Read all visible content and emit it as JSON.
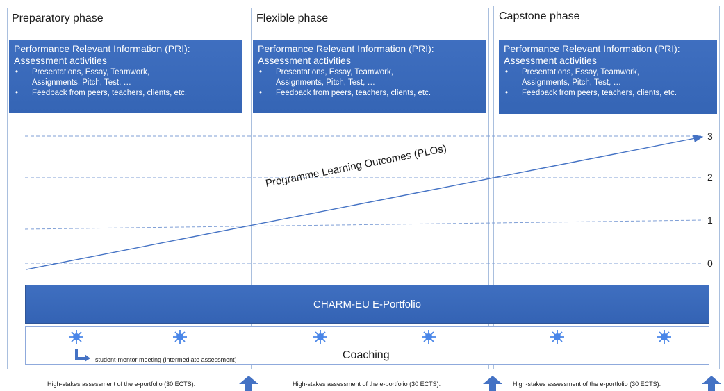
{
  "phases": [
    {
      "title": "Preparatory phase"
    },
    {
      "title": "Flexible phase"
    },
    {
      "title": "Capstone phase"
    }
  ],
  "pri": {
    "heading": "Performance Relevant Information (PRI):",
    "subheading": "Assessment activities",
    "bullet1_line1": "Presentations, Essay, Teamwork,",
    "bullet1_line2": "Assignments, Pitch, Test, …",
    "bullet2": "Feedback from peers, teachers, clients, etc."
  },
  "levels": [
    "3",
    "2",
    "1",
    "0"
  ],
  "plo_label": "Programme Learning Outcomes (PLOs)",
  "eportfolio_label": "CHARM-EU E-Portfolio",
  "coaching_label": "Coaching",
  "meeting_label": "student-mentor meeting (intermediate assessment)",
  "high_stakes_label": "High-stakes assessment of the e-portfolio (30 ECTS):",
  "colors": {
    "accent_blue": "#3f6fc0",
    "dashed_line": "#7f9fd6",
    "sun_icon": "#4a86e8"
  },
  "icons": [
    "sun-icon",
    "mentor-arrow-icon",
    "up-arrow-icon"
  ]
}
